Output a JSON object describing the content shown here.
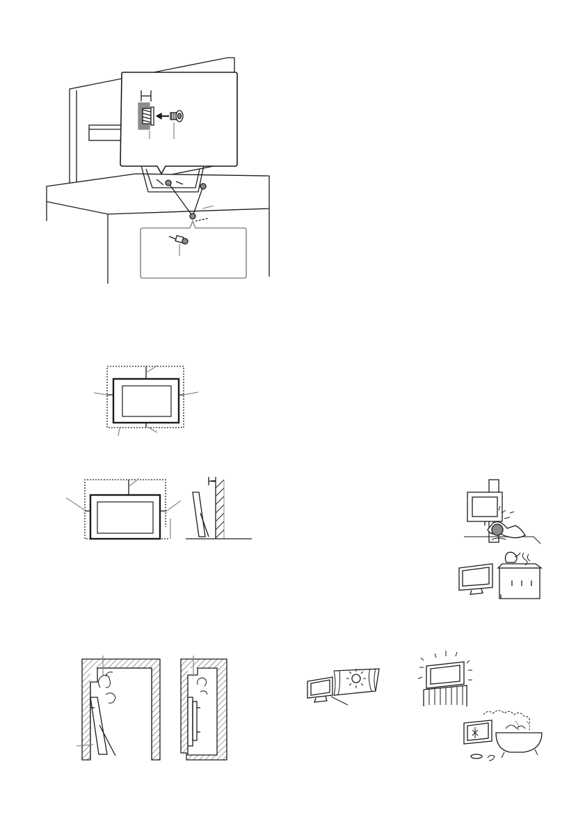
{
  "page": {
    "background": "#ffffff",
    "line_color": "#1a1a1a",
    "accent_gray": "#8c8c8c",
    "fill_gray": "#e2e2e2"
  },
  "figures": {
    "tv_strap_fixing": {
      "icons": [
        "tv-icon",
        "stand-icon",
        "screw-icon",
        "strap-icon",
        "callout-box"
      ]
    },
    "clearance_stand": {
      "icons": [
        "tv-front-icon",
        "clearance-outline"
      ]
    },
    "clearance_wall": {
      "icons": [
        "tv-front-icon",
        "clearance-outline",
        "wall-icon"
      ]
    },
    "airflow_blocked": {
      "icons": [
        "wall-recess-icon",
        "air-circulation-icon",
        "tv-side-icon"
      ]
    },
    "hazards": {
      "icons": [
        "tv-hazard-bump-icon",
        "stove-steam-icon",
        "sunlight-window-icon",
        "heater-icon",
        "bathroom-humidity-icon"
      ]
    }
  }
}
